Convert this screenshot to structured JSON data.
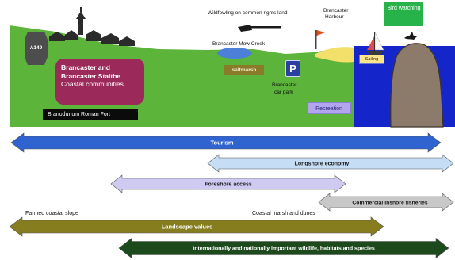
{
  "road_sign": {
    "label": "A149"
  },
  "community_box": {
    "line1": "Brancaster and",
    "line2": "Brancaster Staithe",
    "line3": "Coastal communities"
  },
  "fort_label": "Branodunum  Roman Fort",
  "wildfowling_label": "Wildfowling on common rights land",
  "creek_label": "Brancaster Mow Creek",
  "harbour_label": {
    "line1": "Brancaster",
    "line2": "Harbour"
  },
  "saltmarsh_label": "saltmarsh",
  "parking": {
    "sign": "P",
    "caption_line1": "Brancaster",
    "caption_line2": "car park"
  },
  "recreation_label": "Recreation",
  "sailing_label": "Sailing",
  "bird_watching_label": "Bird watching",
  "arrows": [
    {
      "label": "Tourism",
      "color": "#2e63d0",
      "text_color": "#ffffff"
    },
    {
      "label": "Longshore economy",
      "color": "#c6ddf6",
      "text_color": "#1a1a1a"
    },
    {
      "label": "Foreshore access",
      "color": "#cfcaf2",
      "text_color": "#1a1a1a"
    },
    {
      "label": "Commercial inshore fisheries",
      "color": "#c8c8c8",
      "text_color": "#1a1a1a"
    },
    {
      "label": "Landscape values",
      "color": "#857d1e",
      "text_color": "#ffffff"
    },
    {
      "label": "Internationally and nationally important wildlife, habitats and species",
      "color": "#1d4a1d",
      "text_color": "#ffffff"
    }
  ],
  "zone_labels": {
    "farmed": "Farmed coastal slope",
    "marsh": "Coastal marsh and dunes"
  },
  "colors": {
    "land": "#5cb43a",
    "sky": "#ffffff",
    "sea": "#1426c9",
    "dune": "#f2e06a",
    "creek": "#4c7fd8",
    "rock": "#8c7a6a"
  }
}
